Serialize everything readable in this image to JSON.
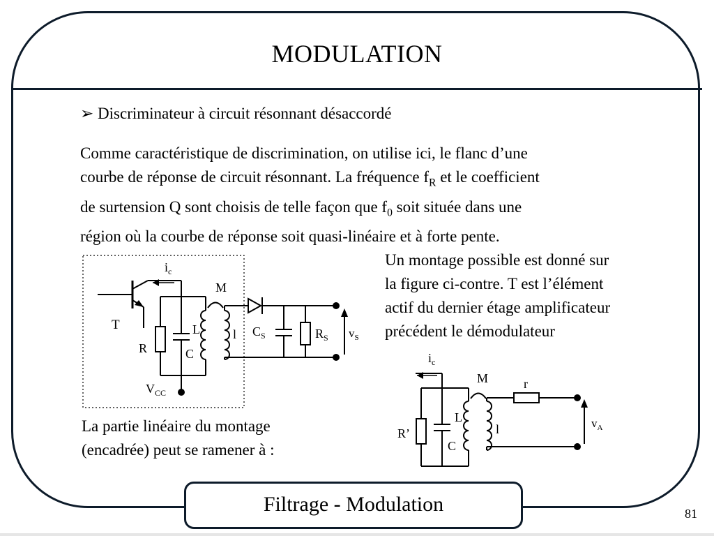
{
  "slide": {
    "title": "MODULATION",
    "bullet_marker": "➢",
    "bullet": "Discriminateur à circuit résonnant désaccordé",
    "paragraph": {
      "l1": "Comme caractéristique de discrimination, on utilise ici, le flanc d’une",
      "l2a": "courbe de réponse de circuit résonnant. La fréquence f",
      "l2sub": "R",
      "l2b": " et le coefficient",
      "l3a": "de surtension Q sont choisis de telle façon que f",
      "l3sub": "0",
      "l3b": " soit située dans une",
      "l4": "région où la courbe de réponse soit quasi-linéaire et à forte pente."
    },
    "side_text": {
      "l1": "Un montage possible est donné sur",
      "l2": "la figure ci-contre. T est l’élément",
      "l3": "actif du dernier étage amplificateur",
      "l4": "précédent le démodulateur"
    },
    "linear_text": {
      "l1": "La partie linéaire du montage",
      "l2": "(encadrée) peut se ramener à :"
    },
    "footer": "Filtrage - Modulation",
    "page_number": "81"
  },
  "circuit1": {
    "ic": "i",
    "ic_sub": "c",
    "M": "M",
    "T": "T",
    "L": "L",
    "l": "l",
    "R": "R",
    "C": "C",
    "Cs": "C",
    "Cs_sub": "S",
    "Rs": "R",
    "Rs_sub": "S",
    "vs": "v",
    "vs_sub": "S",
    "vcc": "V",
    "vcc_sub": "CC"
  },
  "circuit2": {
    "ic": "i",
    "ic_sub": "c",
    "M": "M",
    "r": "r",
    "L": "L",
    "l": "l",
    "Rp": "R’",
    "C": "C",
    "va": "v",
    "va_sub": "A"
  }
}
